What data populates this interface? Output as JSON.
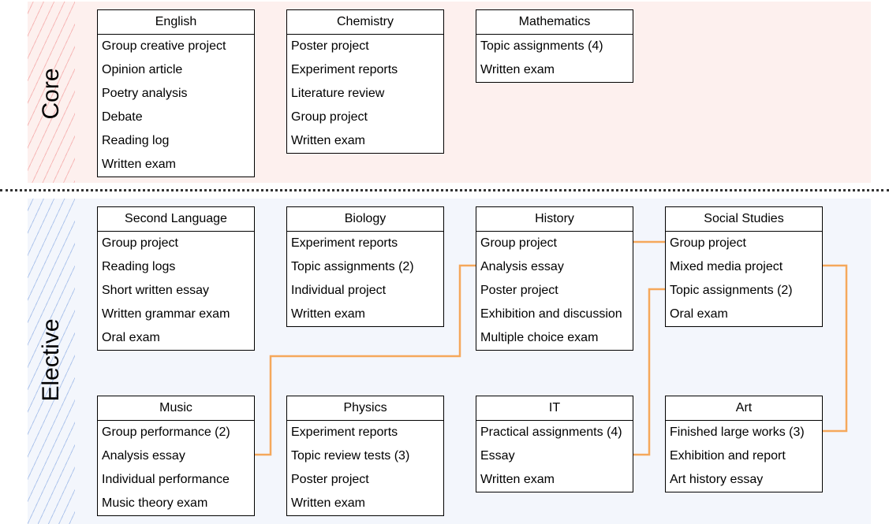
{
  "bands": {
    "core": "Core",
    "elective": "Elective"
  },
  "subjects": [
    {
      "id": "english",
      "title": "English",
      "items": [
        "Group creative project",
        "Opinion article",
        "Poetry analysis",
        "Debate",
        "Reading log",
        "Written exam"
      ]
    },
    {
      "id": "chemistry",
      "title": "Chemistry",
      "items": [
        "Poster project",
        "Experiment reports",
        "Literature review",
        "Group project",
        "Written exam"
      ]
    },
    {
      "id": "mathematics",
      "title": "Mathematics",
      "items": [
        "Topic assignments (4)",
        "Written exam"
      ]
    },
    {
      "id": "second-language",
      "title": "Second Language",
      "items": [
        "Group project",
        "Reading logs",
        "Short written essay",
        "Written grammar exam",
        "Oral exam"
      ]
    },
    {
      "id": "biology",
      "title": "Biology",
      "items": [
        "Experiment reports",
        "Topic assignments (2)",
        "Individual project",
        "Written exam"
      ]
    },
    {
      "id": "history",
      "title": "History",
      "items": [
        "Group project",
        "Analysis essay",
        "Poster project",
        "Exhibition and discussion",
        "Multiple choice exam"
      ]
    },
    {
      "id": "social-studies",
      "title": "Social Studies",
      "items": [
        "Group project",
        "Mixed media project",
        "Topic assignments (2)",
        "Oral exam"
      ]
    },
    {
      "id": "music",
      "title": "Music",
      "items": [
        "Group performance (2)",
        "Analysis essay",
        "Individual performance",
        "Music theory exam"
      ]
    },
    {
      "id": "physics",
      "title": "Physics",
      "items": [
        "Experiment reports",
        "Topic review tests (3)",
        "Poster project",
        "Written exam"
      ]
    },
    {
      "id": "it",
      "title": "IT",
      "items": [
        "Practical assignments (4)",
        "Essay",
        "Written exam"
      ]
    },
    {
      "id": "art",
      "title": "Art",
      "items": [
        "Finished large works (3)",
        "Exhibition and report",
        "Art history essay"
      ]
    }
  ],
  "connections": [
    {
      "from": "music.Analysis essay",
      "to": "history.Analysis essay"
    },
    {
      "from": "history.Group project",
      "to": "social-studies.Group project"
    },
    {
      "from": "social-studies.Mixed media project",
      "to": "art.Finished large works (3)"
    },
    {
      "from": "it.Essay",
      "to": "social-studies.Topic assignments (2)"
    }
  ],
  "colors": {
    "connector": "#f5a85b",
    "core_band": "#fdf0ee",
    "elective_band": "#f3f6fc"
  }
}
